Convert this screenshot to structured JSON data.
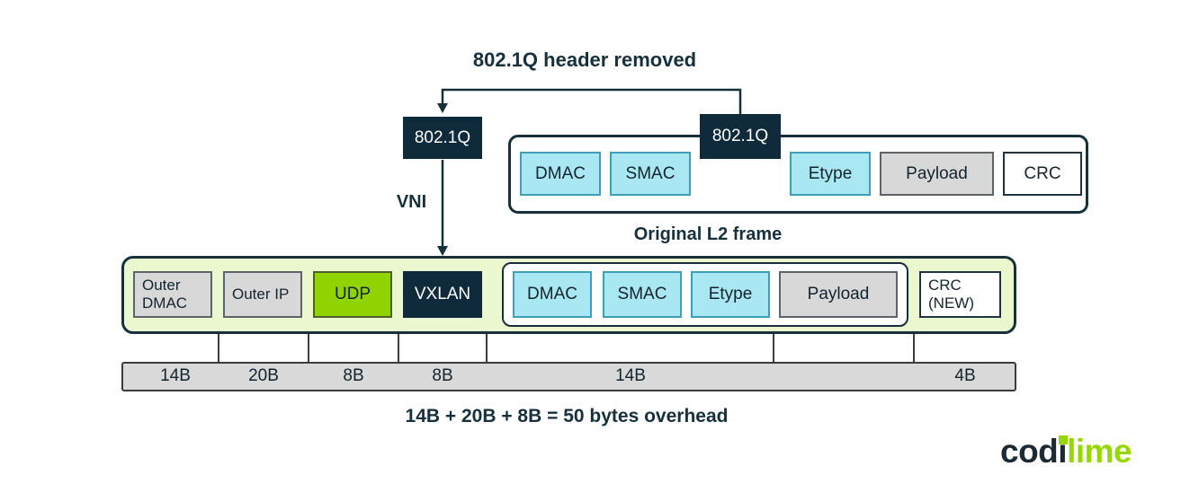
{
  "title": "802.1Q header removed",
  "annotations": {
    "vni": "VNI",
    "original_l2": "Original L2 frame",
    "overhead": "14B + 20B + 8B = 50 bytes overhead"
  },
  "removed_tag": "802.1Q",
  "original_frame": {
    "vlan_tag": "802.1Q",
    "dmac": "DMAC",
    "smac": "SMAC",
    "etype": "Etype",
    "payload": "Payload",
    "crc": "CRC"
  },
  "vxlan_frame": {
    "outer_dmac": "Outer DMAC",
    "outer_ip": "Outer IP",
    "udp": "UDP",
    "vxlan": "VXLAN",
    "dmac": "DMAC",
    "smac": "SMAC",
    "etype": "Etype",
    "payload": "Payload",
    "crc_new": "CRC (NEW)"
  },
  "ruler": {
    "segments": [
      "14B",
      "20B",
      "8B",
      "8B",
      "14B",
      "4B"
    ]
  },
  "logo": {
    "dark": "codi",
    "green": "lime"
  },
  "colors": {
    "navy": "#0f2a3a",
    "light_blue": "#a9e7f2",
    "gray": "#d8d8d8",
    "udp_green": "#8fd400",
    "frame_bg": "#eaf7cf",
    "lime": "#97d700",
    "line": "#16303c"
  }
}
